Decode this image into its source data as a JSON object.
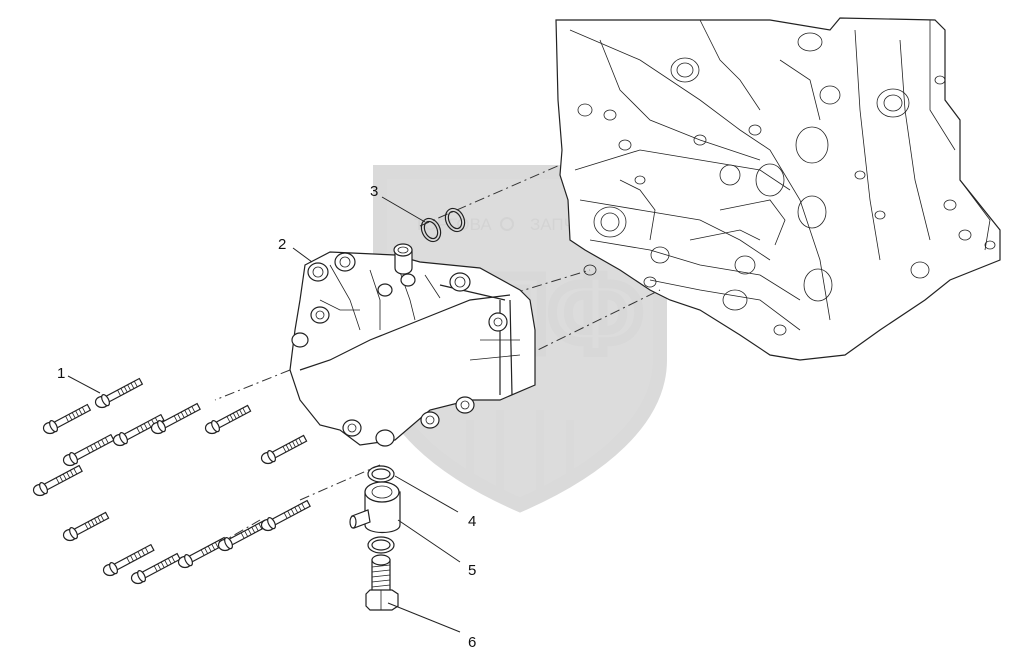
{
  "callouts": [
    {
      "id": "1",
      "label": "1"
    },
    {
      "id": "2",
      "label": "2"
    },
    {
      "id": "3",
      "label": "3"
    },
    {
      "id": "4",
      "label": "4"
    },
    {
      "id": "5",
      "label": "5"
    },
    {
      "id": "6",
      "label": "6"
    }
  ],
  "watermark": {
    "letters": "ЭЛФ",
    "text_left": "ТОРГОВА",
    "text_right": "ЗАПЧ"
  },
  "colors": {
    "line": "#222222",
    "watermark": "#d9d9d9",
    "background": "#ffffff"
  }
}
